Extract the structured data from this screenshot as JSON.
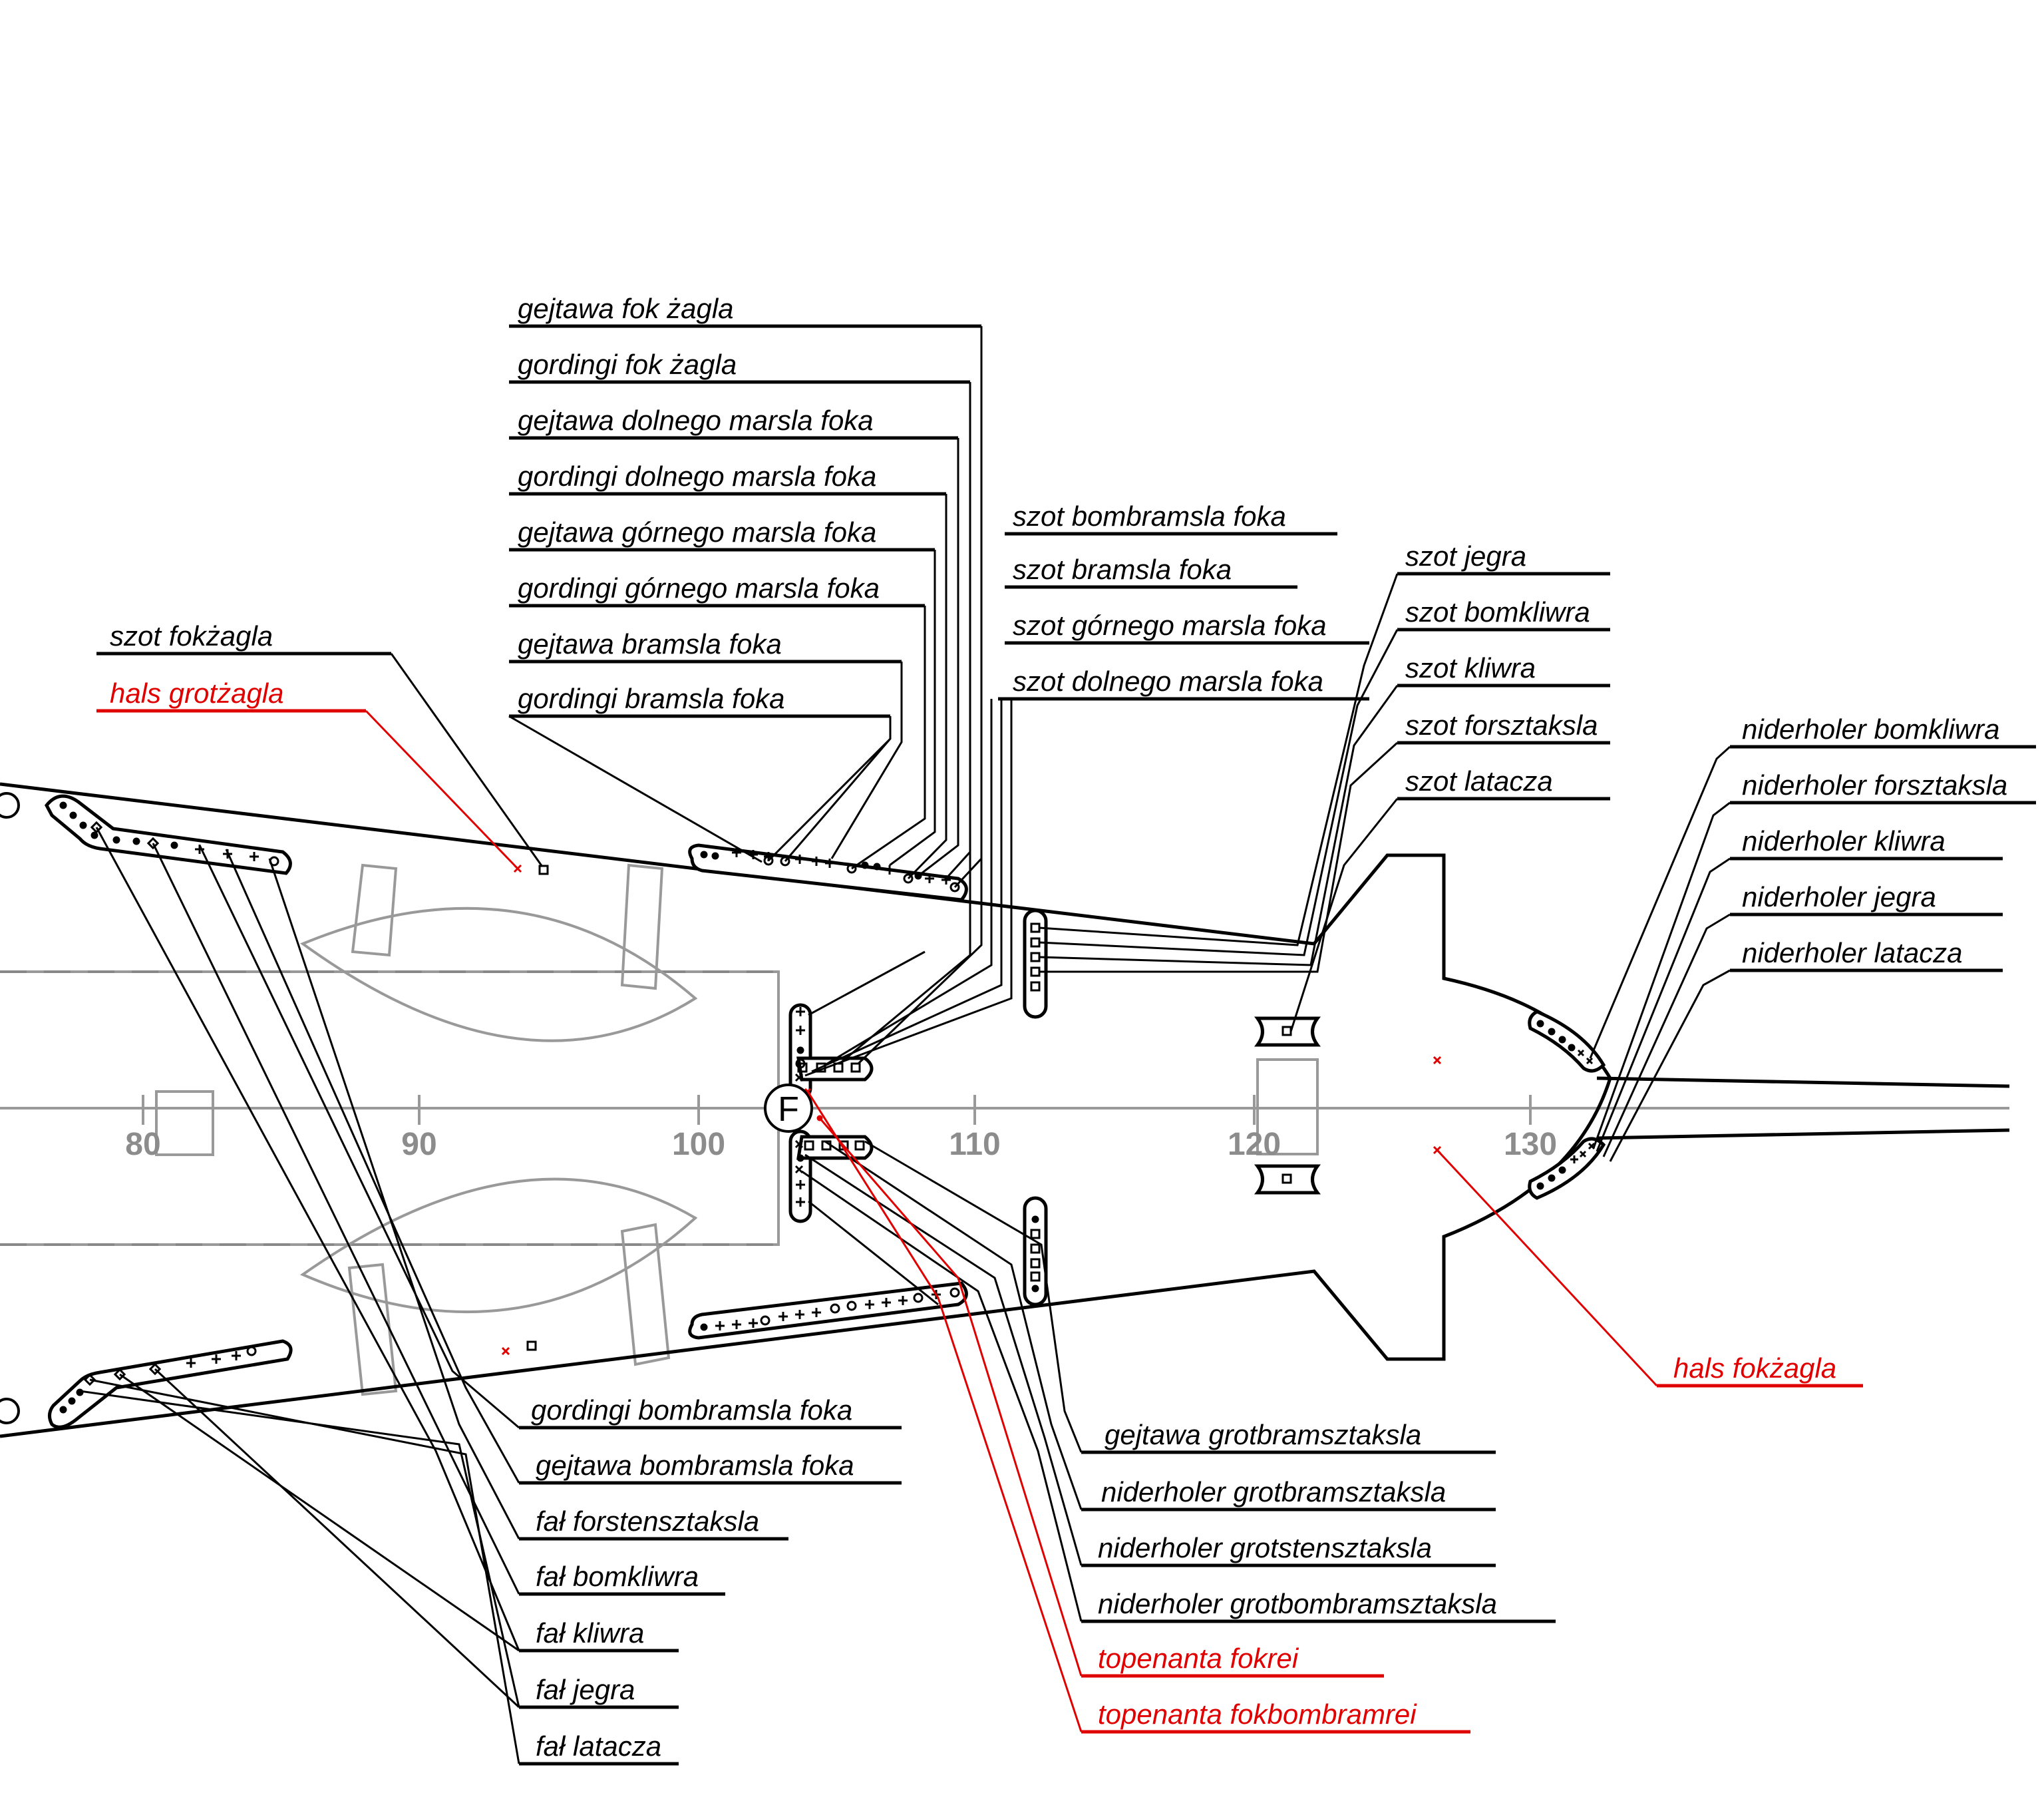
{
  "axis": {
    "ticks": [
      "80",
      "90",
      "100",
      "110",
      "120",
      "130"
    ]
  },
  "mast_label": "F",
  "labels": {
    "gejtawa_fok_zagla": "gejtawa fok żagla",
    "gordingi_fok_zagla": "gordingi fok żagla",
    "gejtawa_dolnego_marsla_foka": "gejtawa dolnego marsla foka",
    "gordingi_dolnego_marsla_foka": "gordingi dolnego marsla foka",
    "gejtawa_gornego_marsla_foka": "gejtawa górnego marsla foka",
    "gordingi_gornego_marsla_foka": "gordingi górnego marsla foka",
    "gejtawa_bramsla_foka": "gejtawa bramsla foka",
    "gordingi_bramsla_foka": "gordingi bramsla foka",
    "szot_fokzagla": "szot fokżagla",
    "hals_grotzagla": "hals grotżagla",
    "szot_bombramsla_foka": "szot bombramsla foka",
    "szot_bramsla_foka": "szot bramsla foka",
    "szot_gornego_marsla_foka": "szot górnego marsla foka",
    "szot_dolnego_marsla_foka": "szot dolnego marsla foka",
    "szot_jegra": "szot jegra",
    "szot_bomkliwra": "szot bomkliwra",
    "szot_kliwra": "szot kliwra",
    "szot_forsztaksla": "szot forsztaksla",
    "szot_latacza": "szot latacza",
    "niderholer_bomkliwra": "niderholer bomkliwra",
    "niderholer_forsztaksla": "niderholer forsztaksla",
    "niderholer_kliwra": "niderholer kliwra",
    "niderholer_jegra": "niderholer jegra",
    "niderholer_latacza": "niderholer latacza",
    "hals_fokzagla": "hals fokżagla",
    "gordingi_bombramsla_foka": "gordingi bombramsla foka",
    "gejtawa_bombramsla_foka": "gejtawa bombramsla foka",
    "fal_forstensztaksla": "fał forstensztaksla",
    "fal_bomkliwra": "fał bomkliwra",
    "fal_kliwra": "fał kliwra",
    "fal_jegra": "fał jegra",
    "fal_latacza": "fał latacza",
    "gejtawa_grotbramsztaksla": "gejtawa grotbramsztaksla",
    "niderholer_grotbramsztaksla": "niderholer grotbramsztaksla",
    "niderholer_grotstensztaksla": "niderholer grotstensztaksla",
    "niderholer_grotbombramsztaksla": "niderholer grotbombramsztaksla",
    "topenanta_fokrei": "topenanta fokrei",
    "topenanta_fokbombramrei": "topenanta fokbombramrei"
  },
  "colors": {
    "rope_black": "#000000",
    "rope_red": "#e00000",
    "hull_grey": "#999999"
  }
}
